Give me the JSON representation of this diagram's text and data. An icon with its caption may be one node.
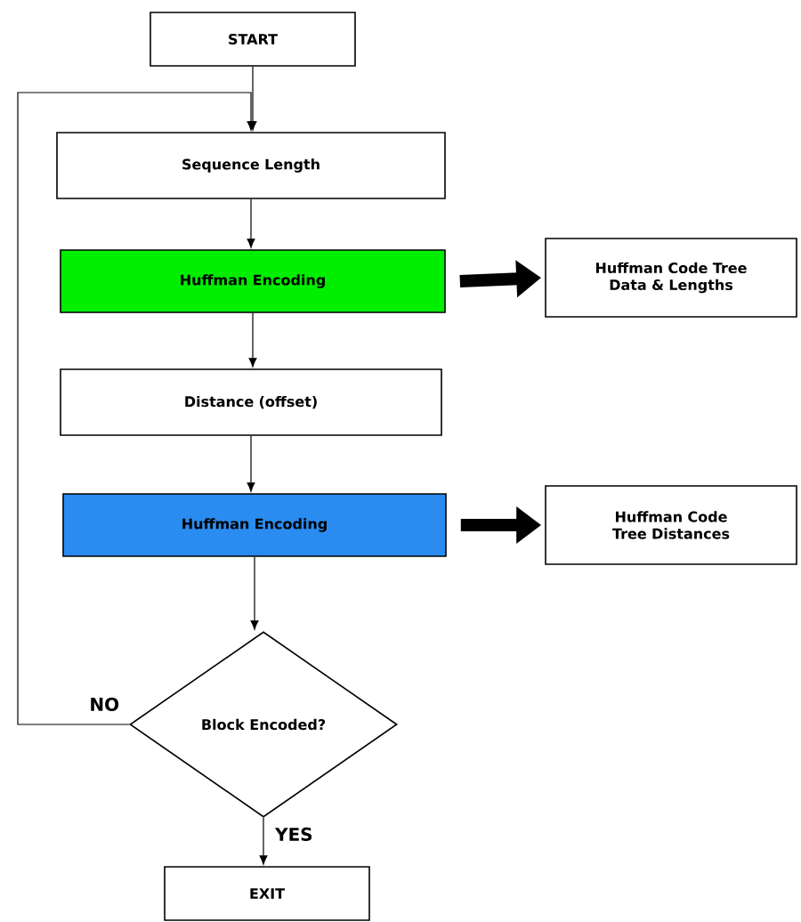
{
  "diagram": {
    "nodes": [
      {
        "text": [
          "START"
        ]
      },
      {
        "text": [
          "Sequence Length"
        ]
      },
      {
        "text": [
          "Huffman Encoding"
        ]
      },
      {
        "text": [
          "Huffman Code Tree Data & Lengths"
        ]
      },
      {
        "text": [
          "Distance (offset)"
        ]
      },
      {
        "text": [
          "Huffman Encoding"
        ]
      },
      {
        "text": [
          "Huffman Code Tree Distances"
        ]
      },
      {
        "text": [
          "Block Encoded?"
        ]
      },
      {
        "text": [
          "EXIT"
        ]
      }
    ],
    "edges": [
      {
        "from": 0,
        "to": 1,
        "arrow": "to"
      },
      {
        "from": 1,
        "to": 2,
        "arrow": "to"
      },
      {
        "from": 2,
        "to": 3,
        "arrow": "to",
        "style": "thick"
      },
      {
        "from": 2,
        "to": 4,
        "arrow": "to"
      },
      {
        "from": 4,
        "to": 5,
        "arrow": "to"
      },
      {
        "from": 5,
        "to": 6,
        "arrow": "to",
        "style": "thick"
      },
      {
        "from": 5,
        "to": 7,
        "arrow": "to"
      },
      {
        "from": 7,
        "to": 1,
        "arrow": "to",
        "label": "NO"
      },
      {
        "from": 7,
        "to": 8,
        "arrow": "to",
        "label": "YES"
      }
    ]
  }
}
